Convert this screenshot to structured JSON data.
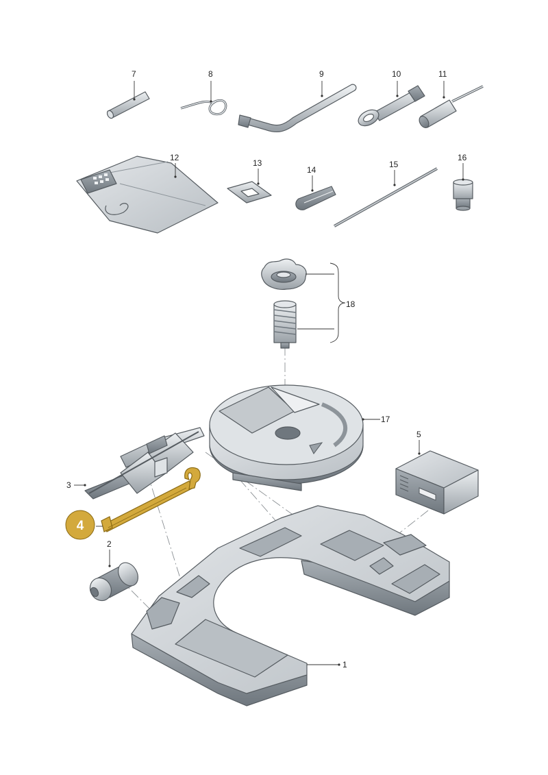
{
  "colors": {
    "part_fill": "#c9ced2",
    "part_light": "#e4e7ea",
    "part_dark": "#8d949a",
    "outline": "#555b60",
    "highlight_fill": "#d3a93c",
    "highlight_stroke": "#8a6a14",
    "badge_text": "#ffffff"
  },
  "highlight": {
    "number": "4"
  },
  "labels": {
    "p1": "1",
    "p2": "2",
    "p3": "3",
    "p5": "5",
    "p7": "7",
    "p8": "8",
    "p9": "9",
    "p10": "10",
    "p11": "11",
    "p12": "12",
    "p13": "13",
    "p14": "14",
    "p15": "15",
    "p16": "16",
    "p17": "17",
    "p18": "18"
  },
  "parts_shown": [
    {
      "number": "1",
      "icon": "foam-tool-tray"
    },
    {
      "number": "2",
      "icon": "compressor-cylinder"
    },
    {
      "number": "3",
      "icon": "scissor-jack"
    },
    {
      "number": "4",
      "icon": "wheel-brace"
    },
    {
      "number": "5",
      "icon": "compressor-box"
    },
    {
      "number": "7",
      "icon": "pin"
    },
    {
      "number": "8",
      "icon": "wire-clip"
    },
    {
      "number": "9",
      "icon": "bent-bar"
    },
    {
      "number": "10",
      "icon": "towing-eye"
    },
    {
      "number": "11",
      "icon": "screwdriver-bit"
    },
    {
      "number": "12",
      "icon": "tool-bag"
    },
    {
      "number": "13",
      "icon": "plate"
    },
    {
      "number": "14",
      "icon": "clamp"
    },
    {
      "number": "15",
      "icon": "rod"
    },
    {
      "number": "16",
      "icon": "socket-adapter"
    },
    {
      "number": "17",
      "icon": "spare-wheel-tray"
    },
    {
      "number": "18",
      "icon": "wing-nut-and-threaded-bolt"
    }
  ]
}
